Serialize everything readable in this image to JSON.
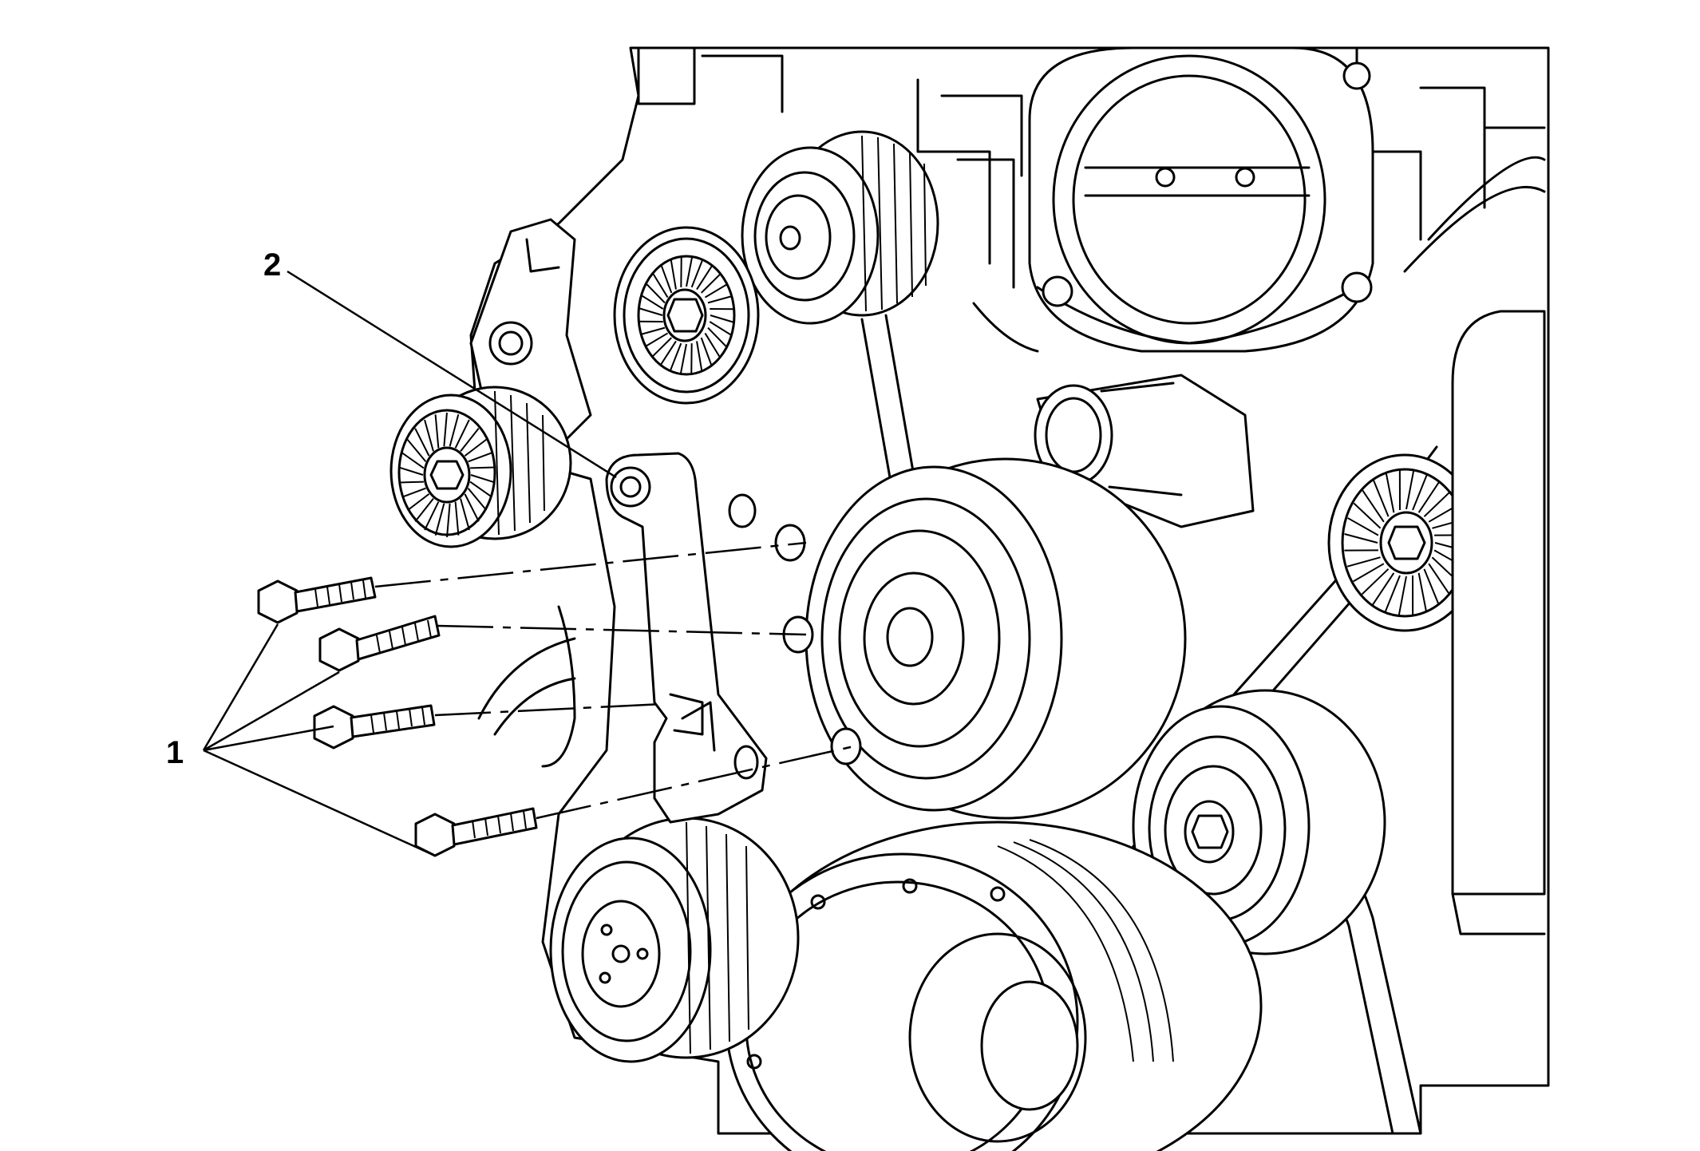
{
  "figure": {
    "callouts": [
      {
        "id": "1",
        "label": "1"
      },
      {
        "id": "2",
        "label": "2"
      }
    ],
    "colors": {
      "line": "#000000",
      "background": "#ffffff"
    }
  }
}
